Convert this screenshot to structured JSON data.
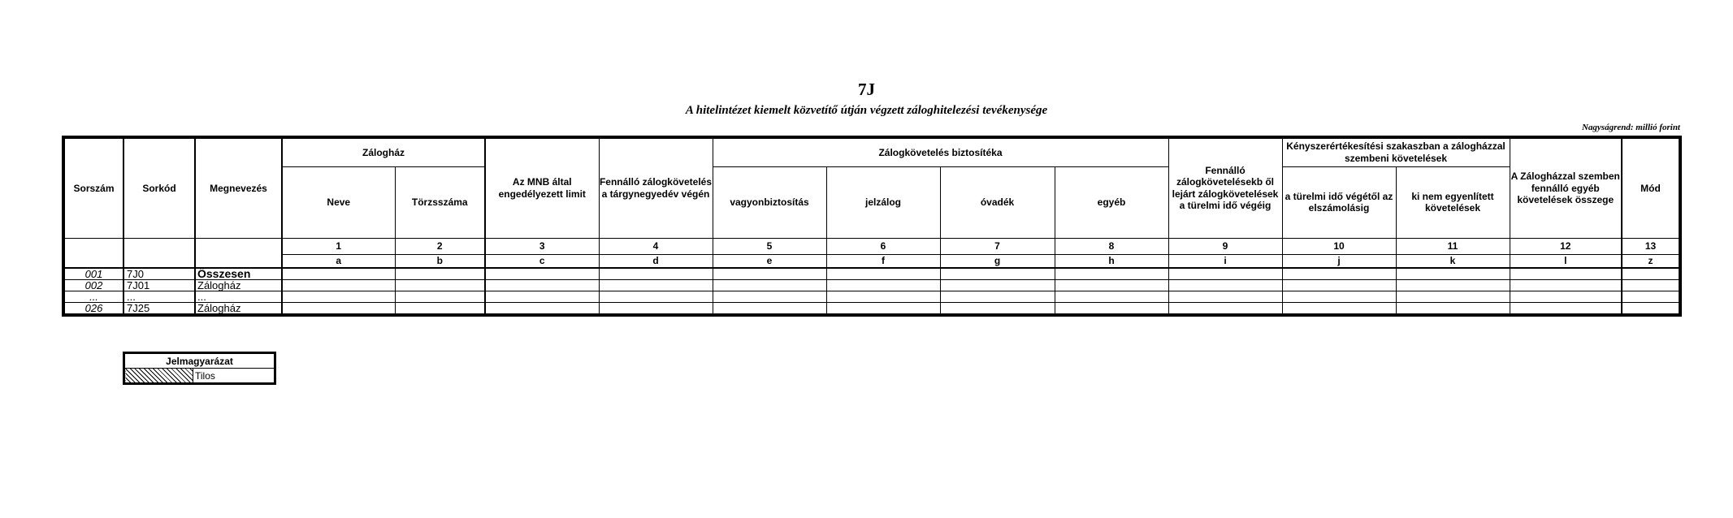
{
  "report": {
    "code": "7J",
    "title": "A hitelintézet  kiemelt közvetítő útján végzett záloghitelezési tevékenysége",
    "unit": "Nagyságrend: millió forint"
  },
  "headers": {
    "sorszam": "Sorszám",
    "sorkod": "Sorkód",
    "megnevezes": "Megnevezés",
    "zaloghaz": "Zálogház",
    "neve": "Neve",
    "torzsszama": "Törzsszáma",
    "mnb_limit": "Az MNB által engedélyezett limit",
    "fennallo_targynegyedev": "Fennálló zálogkövetelés a tárgynegyedév végén",
    "biztositeka": "Zálogkövetelés biztosítéka",
    "vagyonbiztositas": "vagyonbiztosítás",
    "jelzalog": "jelzálog",
    "ovadek": "óvadék",
    "egyeb": "egyéb",
    "lejart": "Fennálló zálogkövetelésekb ől lejárt zálogkövetelések a türelmi idő végéig",
    "kenyszer": "Kényszerértékesítési szakaszban a zálogházzal szembeni követelések",
    "turelmi_vegetol": "a türelmi idő végétől az elszámolásig",
    "ki_nem_egyenlitett": "ki nem egyenlített követelések",
    "zaloghazzal_egyeb": "A Zálogházzal szemben fennálló egyéb követelések összege",
    "mod": "Mód"
  },
  "column_numbers": [
    "1",
    "2",
    "3",
    "4",
    "5",
    "6",
    "7",
    "8",
    "9",
    "10",
    "11",
    "12",
    "13"
  ],
  "column_letters": [
    "a",
    "b",
    "c",
    "d",
    "e",
    "f",
    "g",
    "h",
    "i",
    "j",
    "k",
    "l",
    "z"
  ],
  "rows": [
    {
      "sorszam": "001",
      "sorkod": "7J0",
      "megnevezes": "Összesen"
    },
    {
      "sorszam": "002",
      "sorkod": "7J01",
      "megnevezes": "Zálogház"
    },
    {
      "sorszam": "...",
      "sorkod": "...",
      "megnevezes": "..."
    },
    {
      "sorszam": "026",
      "sorkod": "7J25",
      "megnevezes": "Zálogház"
    }
  ],
  "legend": {
    "title": "Jelmagyarázat",
    "item_label": "Tilos"
  }
}
